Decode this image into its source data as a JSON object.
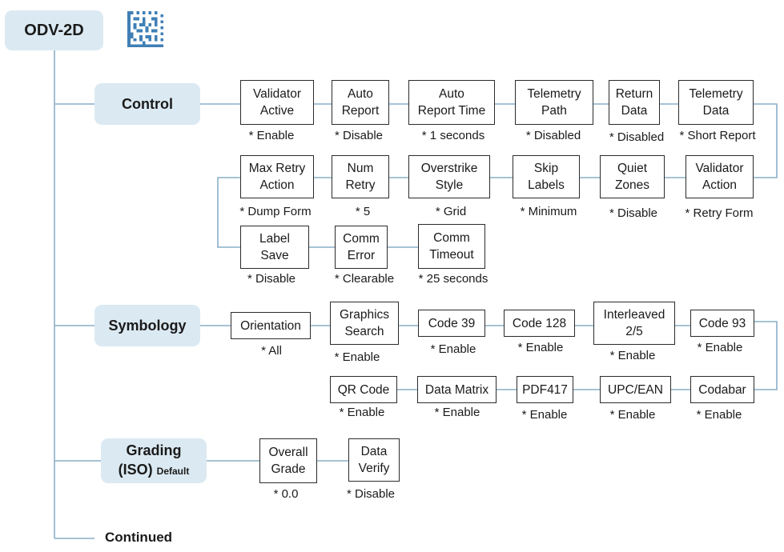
{
  "title": "ODV-2D",
  "colors": {
    "pill": "#dbe9f2",
    "line": "#8aafc8",
    "box_border": "#2b2b2b",
    "code_blue": "#3f7fb5"
  },
  "icons": {
    "barcode": "datamatrix-icon"
  },
  "sections": [
    {
      "label": "Control",
      "rows": [
        [
          {
            "name": "Validator\nActive",
            "default": "* Enable"
          },
          {
            "name": "Auto\nReport",
            "default": "* Disable"
          },
          {
            "name": "Auto\nReport Time",
            "default": "* 1 seconds"
          },
          {
            "name": "Telemetry\nPath",
            "default": "* Disabled"
          },
          {
            "name": "Return\nData",
            "default": "* Disabled"
          },
          {
            "name": "Telemetry\nData",
            "default": "* Short Report"
          }
        ],
        [
          {
            "name": "Max Retry\nAction",
            "default": "* Dump Form"
          },
          {
            "name": "Num\nRetry",
            "default": "* 5"
          },
          {
            "name": "Overstrike\nStyle",
            "default": "* Grid"
          },
          {
            "name": "Skip\nLabels",
            "default": "* Minimum"
          },
          {
            "name": "Quiet\nZones",
            "default": "* Disable"
          },
          {
            "name": "Validator\nAction",
            "default": "* Retry Form"
          }
        ],
        [
          {
            "name": "Label\nSave",
            "default": "* Disable"
          },
          {
            "name": "Comm\nError",
            "default": "* Clearable"
          },
          {
            "name": "Comm\nTimeout",
            "default": "* 25 seconds"
          }
        ]
      ]
    },
    {
      "label": "Symbology",
      "rows": [
        [
          {
            "name": "Orientation",
            "default": "* All"
          },
          {
            "name": "Graphics\nSearch",
            "default": "* Enable"
          },
          {
            "name": "Code 39",
            "default": "* Enable"
          },
          {
            "name": "Code 128",
            "default": "* Enable"
          },
          {
            "name": "Interleaved\n2/5",
            "default": "* Enable"
          },
          {
            "name": "Code 93",
            "default": "* Enable"
          }
        ],
        [
          {
            "name": "QR Code",
            "default": "* Enable"
          },
          {
            "name": "Data Matrix",
            "default": "* Enable"
          },
          {
            "name": "PDF417",
            "default": "* Enable"
          },
          {
            "name": "UPC/EAN",
            "default": "* Enable"
          },
          {
            "name": "Codabar",
            "default": "* Enable"
          }
        ]
      ]
    },
    {
      "label_main": "Grading",
      "label_iso": "(ISO)",
      "label_default": "Default",
      "rows": [
        [
          {
            "name": "Overall\nGrade",
            "default": "* 0.0"
          },
          {
            "name": "Data\nVerify",
            "default": "* Disable"
          }
        ]
      ]
    }
  ],
  "continued": "Continued"
}
